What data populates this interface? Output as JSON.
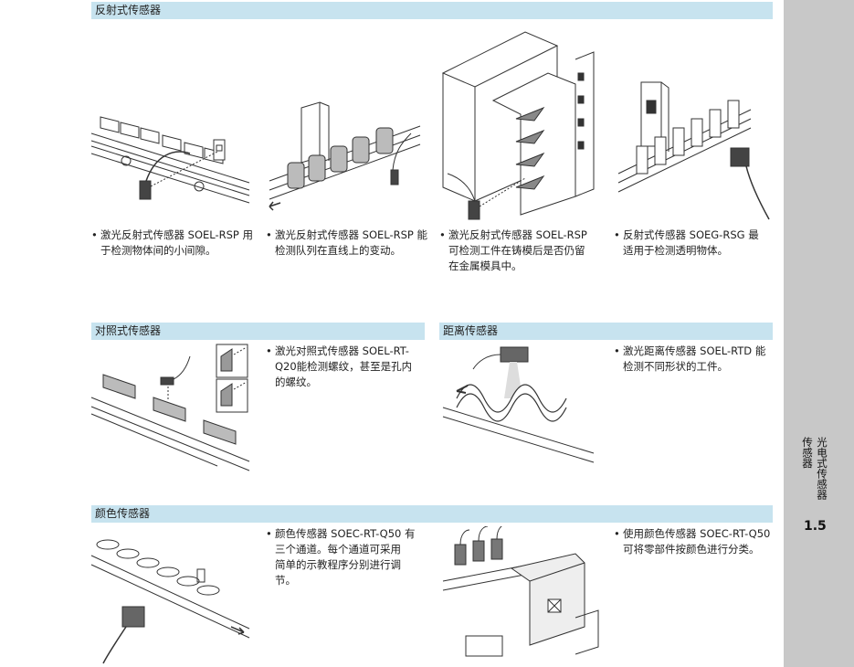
{
  "sections": {
    "reflective": {
      "title": "反射式传感器",
      "items": [
        {
          "lines": [
            "激光反射式传感器 SOEL-RSP 用",
            "于检测物体间的小间隙。"
          ]
        },
        {
          "lines": [
            "激光反射式传感器 SOEL-RSP 能",
            "检测队列在直线上的变动。"
          ]
        },
        {
          "lines": [
            "激光反射式传感器 SOEL-RSP",
            "可检测工件在铸模后是否仍留",
            "在金属模具中。"
          ]
        },
        {
          "lines": [
            "反射式传感器 SOEG-RSG 最",
            "适用于检测透明物体。"
          ]
        }
      ]
    },
    "through_beam": {
      "title": "对照式传感器",
      "items": [
        {
          "lines": [
            "激光对照式传感器 SOEL-RT-",
            "Q20能检测螺纹，甚至是孔内",
            "的螺纹。"
          ]
        }
      ]
    },
    "distance": {
      "title": "距离传感器",
      "items": [
        {
          "lines": [
            "激光距离传感器 SOEL-RTD 能",
            "检测不同形状的工件。"
          ]
        }
      ]
    },
    "color": {
      "title": "颜色传感器",
      "items": [
        {
          "lines": [
            "颜色传感器 SOEC-RT-Q50 有",
            "三个通道。每个通道可采用",
            "简单的示教程序分别进行调",
            "节。"
          ]
        },
        {
          "lines": [
            "使用颜色传感器 SOEC-RT-Q50",
            "可将零部件按颜色进行分类。"
          ]
        }
      ]
    }
  },
  "sidebar": {
    "title_line1": "传感器",
    "title_line2": "光电式传感器",
    "page_number": "1.5"
  },
  "bullet": "•",
  "colors": {
    "section_bar": "#c7e3ef",
    "sidebar": "#c8c8c8"
  }
}
